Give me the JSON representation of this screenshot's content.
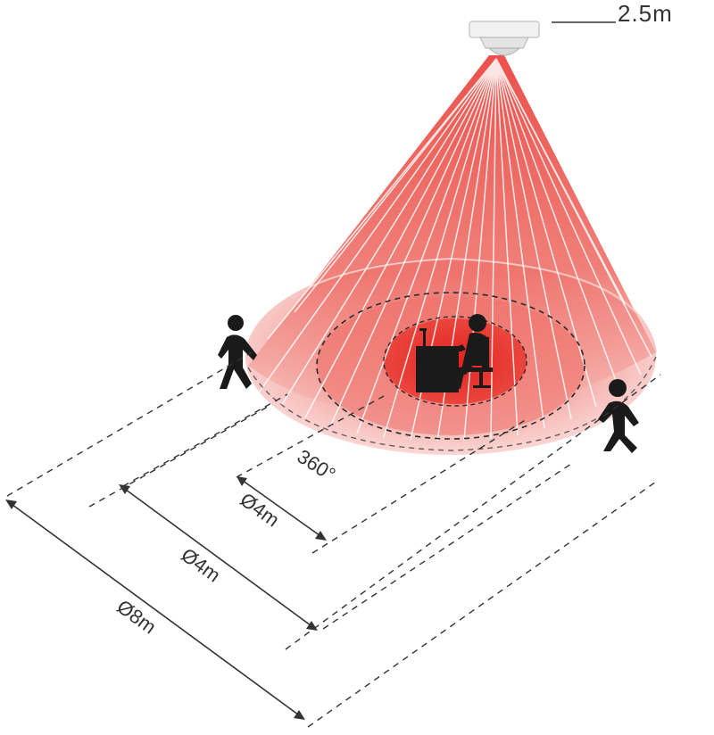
{
  "diagram": {
    "mounting_height_label": "2.5m",
    "coverage_angle_label": "360°",
    "inner_diameter_label": "Ø4m",
    "middle_diameter_label": "Ø4m",
    "outer_diameter_label": "Ø8m"
  },
  "colors": {
    "beam_red": "#e8322b",
    "beam_pink": "#f4a3a0",
    "sensor_white": "#f2f2f2",
    "line_dark": "#333333"
  },
  "icons": [
    "ceiling-sensor-icon",
    "walking-person-icon",
    "seated-person-at-desk-icon"
  ]
}
